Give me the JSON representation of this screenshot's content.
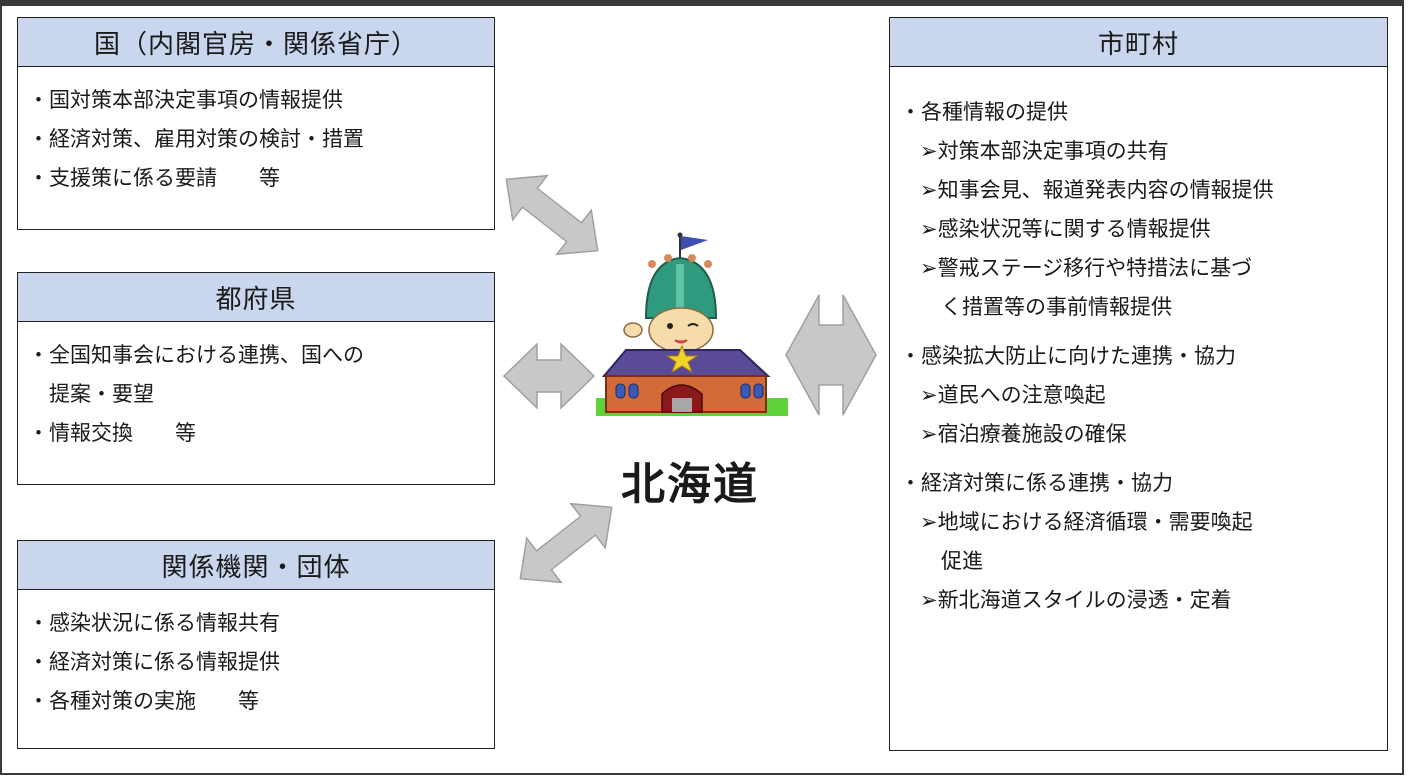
{
  "center": {
    "label": "北海道"
  },
  "boxes": {
    "national": {
      "title": "国（内閣官房・関係省庁）",
      "items": [
        "・国対策本部決定事項の情報提供",
        "・経済対策、雇用対策の検討・措置",
        "・支援策に係る要請　　等"
      ]
    },
    "prefectures": {
      "title": "都府県",
      "items": [
        "・全国知事会における連携、国への",
        "　提案・要望",
        "・情報交換　　等"
      ]
    },
    "organizations": {
      "title": "関係機関・団体",
      "items": [
        "・感染状況に係る情報共有",
        "・経済対策に係る情報提供",
        "・各種対策の実施　　等"
      ]
    },
    "municipalities": {
      "title": "市町村",
      "items": [
        "・各種情報の提供",
        "➢対策本部決定事項の共有",
        "➢知事会見、報道発表内容の情報提供",
        "➢感染状況等に関する情報提供",
        "➢警戒ステージ移行や特措法に基づ",
        "　く措置等の事前情報提供",
        "・感染拡大防止に向けた連携・協力",
        "➢道民への注意喚起",
        "➢宿泊療養施設の確保",
        "・経済対策に係る連携・協力",
        "➢地域における経済循環・需要喚起",
        "　促進",
        "➢新北海道スタイルの浸透・定着"
      ]
    }
  },
  "colors": {
    "header_fill": "#c9d6ee",
    "arrow_fill": "#c8c8c8",
    "arrow_stroke": "#a0a0a0"
  }
}
